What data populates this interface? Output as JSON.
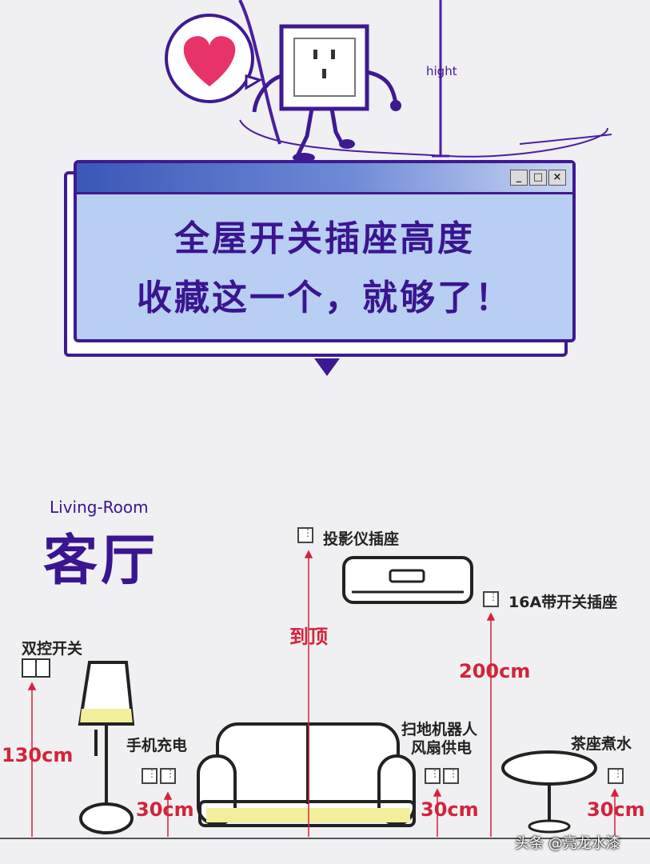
{
  "header": {
    "hight_label": "hight",
    "title_line1": "全屋开关插座高度",
    "title_line2": "收藏这一个，就够了！",
    "window_buttons": [
      "_",
      "□",
      "×"
    ]
  },
  "section": {
    "subtitle": "Living-Room",
    "title": "客厅"
  },
  "labels": {
    "dual_switch": "双控开关",
    "dual_switch_height": "130cm",
    "phone_charge": "手机充电",
    "phone_charge_height": "30cm",
    "projector_socket": "投影仪插座",
    "projector_height": "到顶",
    "ac_socket": "16A带开关插座",
    "ac_height": "200cm",
    "robot_fan_line1": "扫地机器人",
    "robot_fan_line2": "风扇供电",
    "robot_fan_height": "30cm",
    "tea_kettle": "茶座煮水",
    "tea_kettle_height": "30cm"
  },
  "watermark": "头条 @亮龙水漆",
  "colors": {
    "purple": "#3e1a92",
    "red": "#d3233b",
    "window_blue": "#b8cef3",
    "heart": "#e8336a",
    "lamp_yellow": "#f2ee9c"
  }
}
